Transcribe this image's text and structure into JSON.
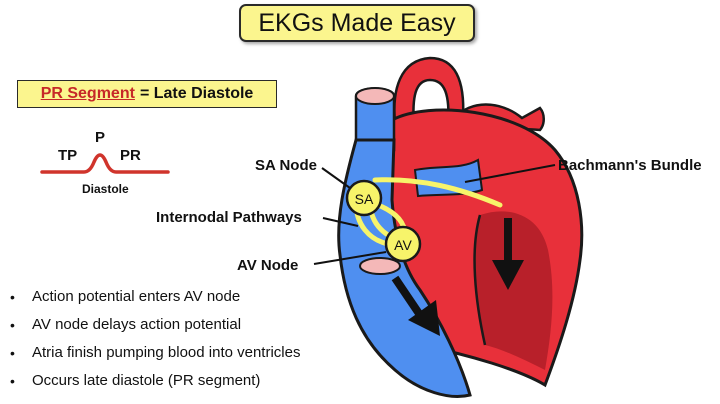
{
  "title": "EKGs Made Easy",
  "pr_box": {
    "term": "PR Segment",
    "rest": "= Late Diastole"
  },
  "waveform": {
    "tp": "TP",
    "p": "P",
    "pr": "PR",
    "phase": "Diastole"
  },
  "labels": {
    "sa_node": "SA Node",
    "bachmann": "Bachmann's Bundle",
    "internodal": "Internodal Pathways",
    "av_node": "AV Node",
    "sa_circle": "SA",
    "av_circle": "AV"
  },
  "bullets": [
    "Action potential enters AV node",
    "AV node delays action potential",
    "Atria finish pumping blood into ventricles",
    "Occurs late diastole (PR segment)"
  ],
  "colors": {
    "title_bg": "#fbf58e",
    "accent_red": "#c62828",
    "vein_blue": "#4f8ff0",
    "heart_red": "#e8303a",
    "node_yellow": "#f7f46a"
  }
}
